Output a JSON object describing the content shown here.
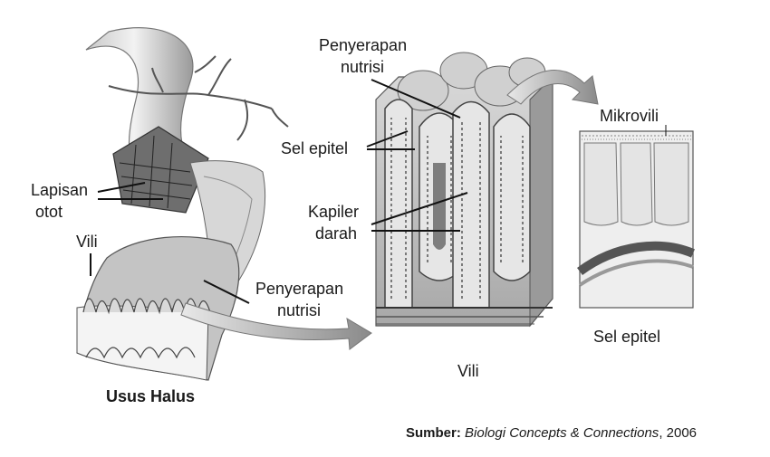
{
  "labels": {
    "lapisan_otot_1": "Lapisan",
    "lapisan_otot_2": "otot",
    "vili_left": "Vili",
    "penyerapan_left_1": "Penyerapan",
    "penyerapan_left_2": "nutrisi",
    "usus_halus": "Usus Halus",
    "penyerapan_top_1": "Penyerapan",
    "penyerapan_top_2": "nutrisi",
    "sel_epitel_mid": "Sel epitel",
    "kapiler_1": "Kapiler",
    "kapiler_2": "darah",
    "vili_bottom": "Vili",
    "mikrovili": "Mikrovili",
    "sel_epitel_right": "Sel epitel"
  },
  "source": {
    "prefix": "Sumber:",
    "title": "Biologi Concepts & Connections",
    "year": ", 2006"
  }
}
